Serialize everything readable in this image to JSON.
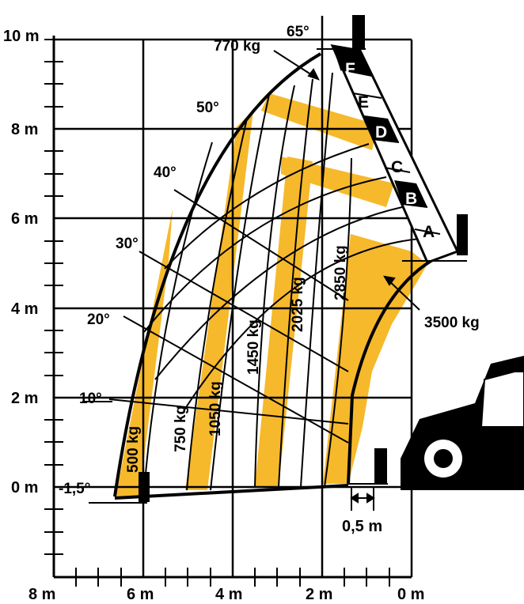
{
  "colors": {
    "band": "#f6b92b",
    "ink": "#000000",
    "paper": "#ffffff"
  },
  "y_axis": {
    "ticks": [
      "10 m",
      "8 m",
      "6 m",
      "4 m",
      "2 m",
      "0 m"
    ]
  },
  "x_axis": {
    "ticks": [
      "8 m",
      "6 m",
      "4 m",
      "2 m",
      "0 m"
    ]
  },
  "angles": [
    "65°",
    "50°",
    "40°",
    "30°",
    "20°",
    "10°",
    "-1,5°"
  ],
  "loads": [
    "500 kg",
    "750 kg",
    "1050 kg",
    "1450 kg",
    "2025 kg",
    "2850 kg",
    "3500 kg",
    "770 kg"
  ],
  "boom_sections": [
    "F",
    "E",
    "D",
    "C",
    "B",
    "A"
  ],
  "dimension": "0,5 m",
  "icons": {
    "vehicle": "telehandler-icon",
    "fork": "fork-carriage-icon"
  }
}
